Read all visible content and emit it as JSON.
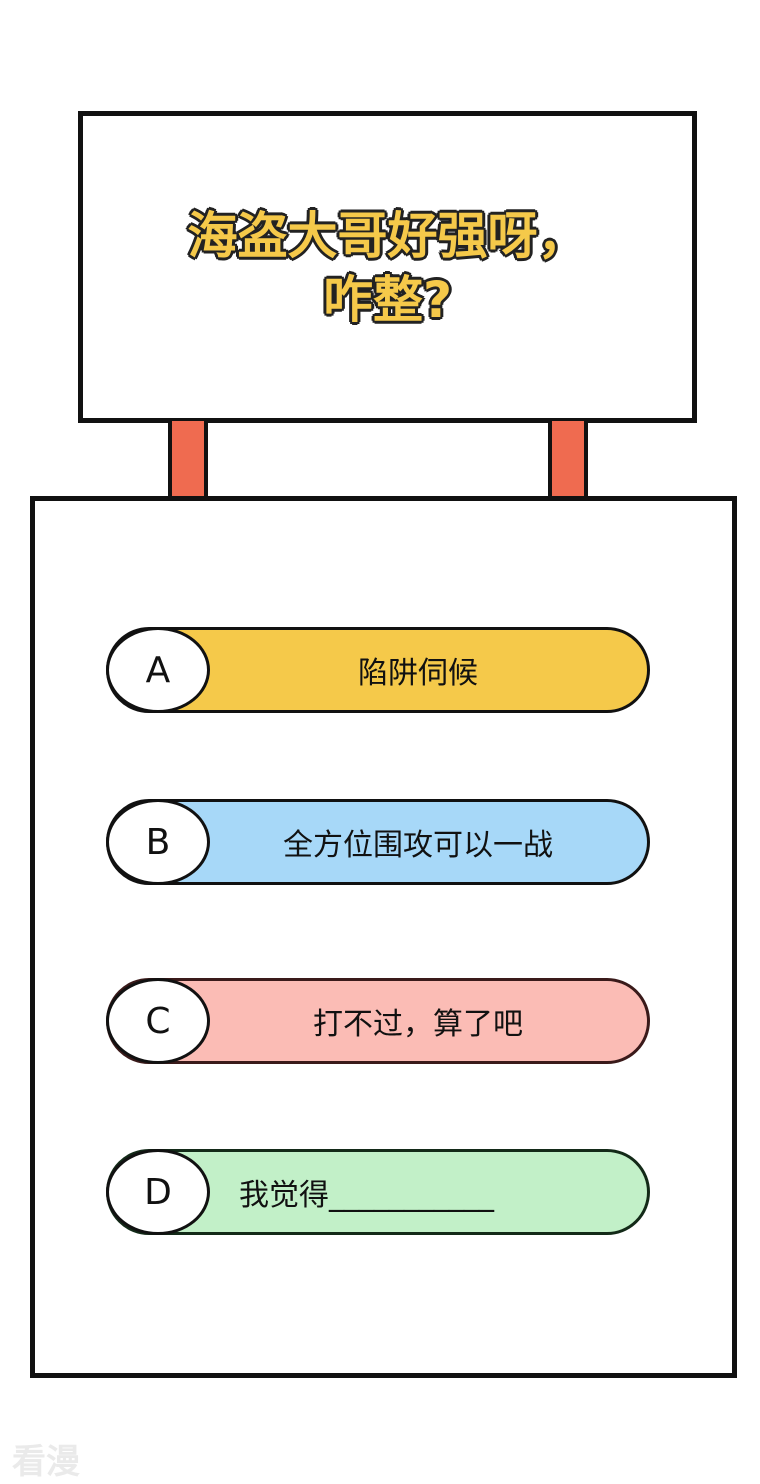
{
  "sign": {
    "title_line1": "海盗大哥好强呀，",
    "title_line2": "咋整?",
    "title_color": "#f5c94a"
  },
  "options": [
    {
      "letter": "A",
      "text": "陷阱伺候",
      "color": "#f5c94a"
    },
    {
      "letter": "B",
      "text": "全方位围攻可以一战",
      "color": "#a7d8f8"
    },
    {
      "letter": "C",
      "text": "打不过，算了吧",
      "color": "#fbbcb5"
    },
    {
      "letter": "D",
      "text": "我觉得___________",
      "color": "#c2f0c8"
    }
  ],
  "post_color": "#ef6b50",
  "watermark": "看漫"
}
